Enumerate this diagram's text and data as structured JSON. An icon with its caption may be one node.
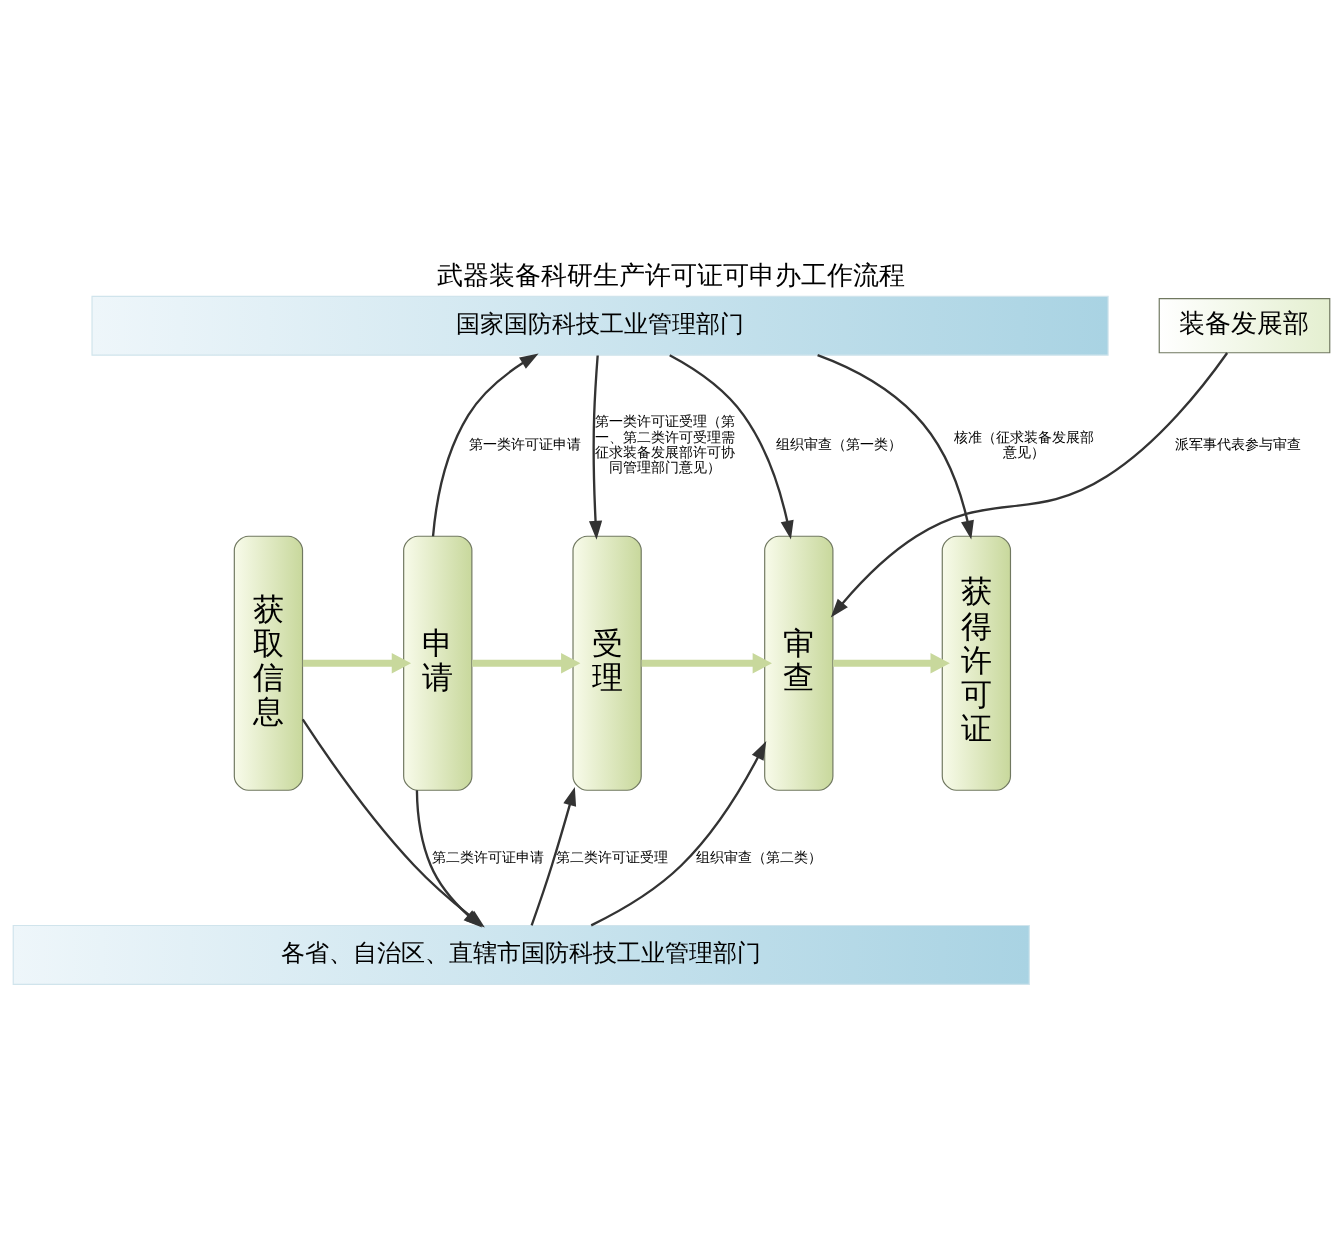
{
  "diagram": {
    "title": "武器装备科研生产许可证可申办工作流程",
    "nodes": [
      {
        "text": [
          "国家国防科技工业管理部门"
        ]
      },
      {
        "text": [
          "获取信息"
        ]
      },
      {
        "text": [
          "申请"
        ]
      },
      {
        "text": [
          "受理"
        ]
      },
      {
        "text": [
          "审查"
        ]
      },
      {
        "text": [
          "获得许可证"
        ]
      },
      {
        "text": [
          "装备发展部"
        ]
      },
      {
        "text": [
          "各省、自治区、直辖市国防科技工业管理部门"
        ]
      }
    ],
    "edges": [
      {
        "from": 2,
        "to": 0,
        "arrow": "to",
        "label": "第一类许可证申请"
      },
      {
        "from": 0,
        "to": 3,
        "arrow": "to",
        "label": "第一类许可证受理（第一、第二类许可受理需征求装备发展部许可协同管理部门意见）"
      },
      {
        "from": 0,
        "to": 4,
        "arrow": "to",
        "label": "组织审查（第一类）"
      },
      {
        "from": 0,
        "to": 5,
        "arrow": "to",
        "label": "核准（征求装备发展部意见）"
      },
      {
        "from": 1,
        "to": 2,
        "arrow": "to",
        "style": "thick",
        "color": "#c8d89c"
      },
      {
        "from": 2,
        "to": 3,
        "arrow": "to",
        "style": "thick",
        "color": "#c8d89c"
      },
      {
        "from": 3,
        "to": 4,
        "arrow": "to",
        "style": "thick",
        "color": "#c8d89c"
      },
      {
        "from": 4,
        "to": 5,
        "arrow": "to",
        "style": "thick",
        "color": "#c8d89c"
      },
      {
        "from": 1,
        "to": 7,
        "arrow": "to"
      },
      {
        "from": 2,
        "to": 7,
        "arrow": "to",
        "label": "第二类许可证申请"
      },
      {
        "from": 7,
        "to": 3,
        "arrow": "to",
        "label": "第二类许可证受理"
      },
      {
        "from": 7,
        "to": 4,
        "arrow": "to",
        "label": "组织审查（第二类）"
      },
      {
        "from": 6,
        "to": 4,
        "arrow": "to",
        "label": "派军事代表参与审查"
      }
    ]
  }
}
